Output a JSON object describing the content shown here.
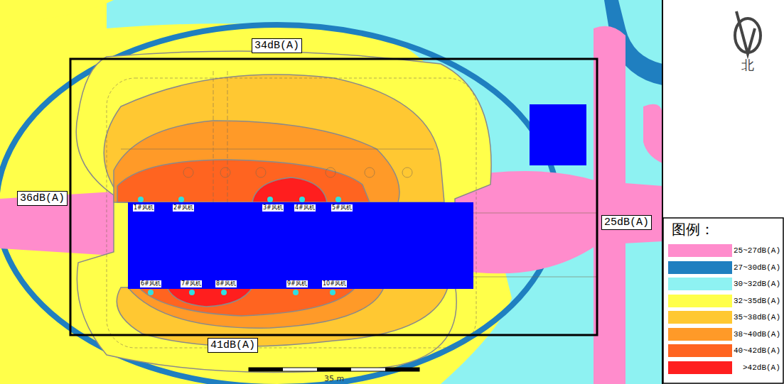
{
  "diagram": {
    "nodes": [
      {
        "text": [
          "34dB(A)"
        ]
      },
      {
        "text": [
          "36dB(A)"
        ]
      },
      {
        "text": [
          "25dB(A)"
        ]
      },
      {
        "text": [
          "41dB(A)"
        ]
      }
    ],
    "labels": [
      "1#风机",
      "2#风机",
      "3#风机",
      "4#风机",
      "5#风机",
      "6#风机",
      "7#风机",
      "8#风机",
      "9#风机",
      "10#风机",
      "35 m",
      "北",
      "图例："
    ],
    "legend": [
      {
        "text": "25~27dB(A)",
        "color": "#ff8ccc"
      },
      {
        "text": "27~30dB(A)",
        "color": "#1f7fc0"
      },
      {
        "text": "30~32dB(A)",
        "color": "#8ef2f2"
      },
      {
        "text": "32~35dB(A)",
        "color": "#ffff4a"
      },
      {
        "text": "35~38dB(A)",
        "color": "#ffc832"
      },
      {
        "text": "38~40dB(A)",
        "color": "#ff9a28"
      },
      {
        "text": "40~42dB(A)",
        "color": "#ff6420"
      },
      {
        "text": ">42dB(A)",
        "color": "#ff1e1e"
      }
    ]
  }
}
